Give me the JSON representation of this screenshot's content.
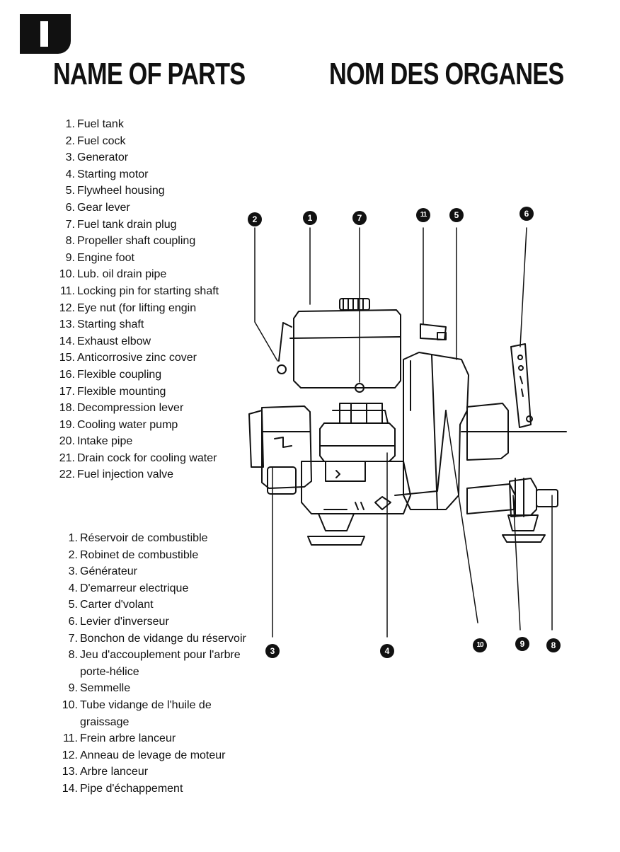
{
  "heading": {
    "en": "NAME OF PARTS",
    "fr": "NOM DES ORGANES"
  },
  "parts_en": [
    {
      "num": "1.",
      "label": "Fuel tank"
    },
    {
      "num": "2.",
      "label": "Fuel cock"
    },
    {
      "num": "3.",
      "label": "Generator"
    },
    {
      "num": "4.",
      "label": "Starting motor"
    },
    {
      "num": "5.",
      "label": "Flywheel housing"
    },
    {
      "num": "6.",
      "label": "Gear lever"
    },
    {
      "num": "7.",
      "label": "Fuel tank drain plug"
    },
    {
      "num": "8.",
      "label": "Propeller shaft coupling"
    },
    {
      "num": "9.",
      "label": "Engine foot"
    },
    {
      "num": "10.",
      "label": "Lub. oil drain pipe"
    },
    {
      "num": "11.",
      "label": "Locking pin for starting shaft"
    },
    {
      "num": "12.",
      "label": "Eye nut (for lifting engin"
    },
    {
      "num": "13.",
      "label": "Starting shaft"
    },
    {
      "num": "14.",
      "label": "Exhaust elbow"
    },
    {
      "num": "15.",
      "label": "Anticorrosive zinc cover"
    },
    {
      "num": "16.",
      "label": "Flexible coupling"
    },
    {
      "num": "17.",
      "label": "Flexible mounting"
    },
    {
      "num": "18.",
      "label": "Decompression lever"
    },
    {
      "num": "19.",
      "label": "Cooling water pump"
    },
    {
      "num": "20.",
      "label": "Intake pipe"
    },
    {
      "num": "21.",
      "label": "Drain cock for cooling water"
    },
    {
      "num": "22.",
      "label": "Fuel injection valve"
    }
  ],
  "parts_fr": [
    {
      "num": "1.",
      "label": "Réservoir de combustible"
    },
    {
      "num": "2.",
      "label": "Robinet de combustible"
    },
    {
      "num": "3.",
      "label": "Générateur"
    },
    {
      "num": "4.",
      "label": "D'emarreur electrique"
    },
    {
      "num": "5.",
      "label": "Carter d'volant"
    },
    {
      "num": "6.",
      "label": "Levier d'inverseur"
    },
    {
      "num": "7.",
      "label": "Bonchon de vidange du réservoir"
    },
    {
      "num": "8.",
      "label": "Jeu d'accouplement pour l'arbre porte-hélice"
    },
    {
      "num": "9.",
      "label": "Semmelle"
    },
    {
      "num": "10.",
      "label": "Tube vidange de l'huile de graissage"
    },
    {
      "num": "11.",
      "label": "Frein arbre lanceur"
    },
    {
      "num": "12.",
      "label": "Anneau de levage de moteur"
    },
    {
      "num": "13.",
      "label": "Arbre lanceur"
    },
    {
      "num": "14.",
      "label": "Pipe d'échappement"
    }
  ],
  "callouts": {
    "c2": "2",
    "c1": "1",
    "c7": "7",
    "c11": "11",
    "c5": "5",
    "c6": "6",
    "c3": "3",
    "c4": "4",
    "c10": "10",
    "c9": "9",
    "c8": "8"
  }
}
